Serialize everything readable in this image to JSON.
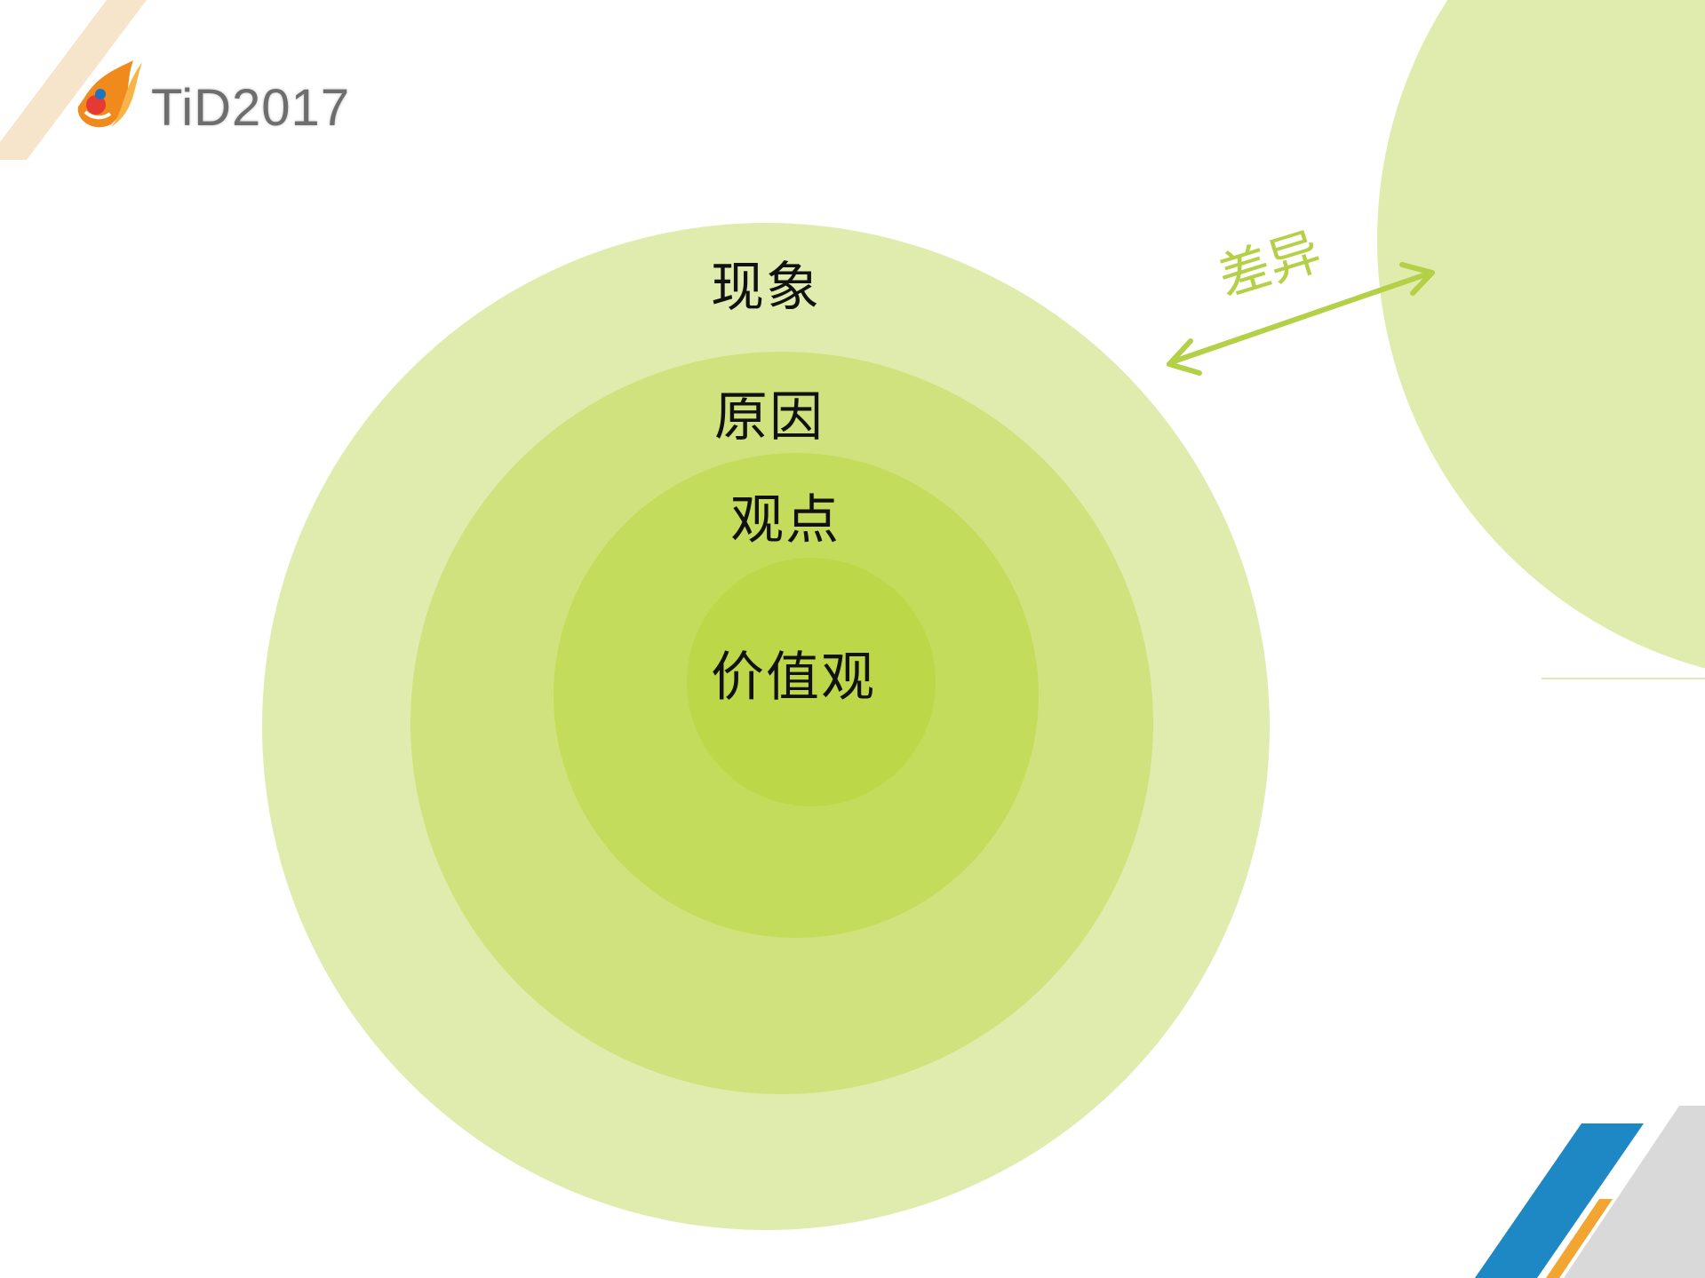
{
  "logo": {
    "text": "TiD2017",
    "icon": "flame-mascot-icon"
  },
  "diagram": {
    "layers": [
      {
        "label": "现象",
        "color": "#e0ecad"
      },
      {
        "label": "原因",
        "color": "#d0e27d"
      },
      {
        "label": "观点",
        "color": "#c4dc5b"
      },
      {
        "label": "价值观",
        "color": "#bcd848"
      }
    ],
    "comparison_label": "差异",
    "comparison_circle_color": "#e0ecad",
    "arrow_color": "#b3d047"
  },
  "decoration": {
    "blue": "#1e88c5",
    "orange": "#f2a531",
    "grey": "#d9d9d9",
    "peach": "#f3dcb9"
  }
}
